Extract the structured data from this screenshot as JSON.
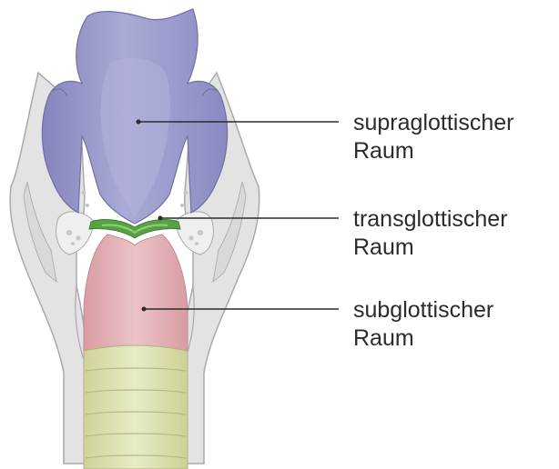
{
  "regions": [
    {
      "id": "supraglottic",
      "line1": "supraglottischer",
      "line2": "Raum",
      "color": "#9e9ed0"
    },
    {
      "id": "transglottic",
      "line1": "transglottischer",
      "line2": "Raum",
      "color": "#55a045"
    },
    {
      "id": "subglottic",
      "line1": "subglottischer",
      "line2": "Raum",
      "color": "#e6b2b6"
    }
  ],
  "trachea_color": "#dfe3b6",
  "cartilage_color": "#e5e5e5"
}
